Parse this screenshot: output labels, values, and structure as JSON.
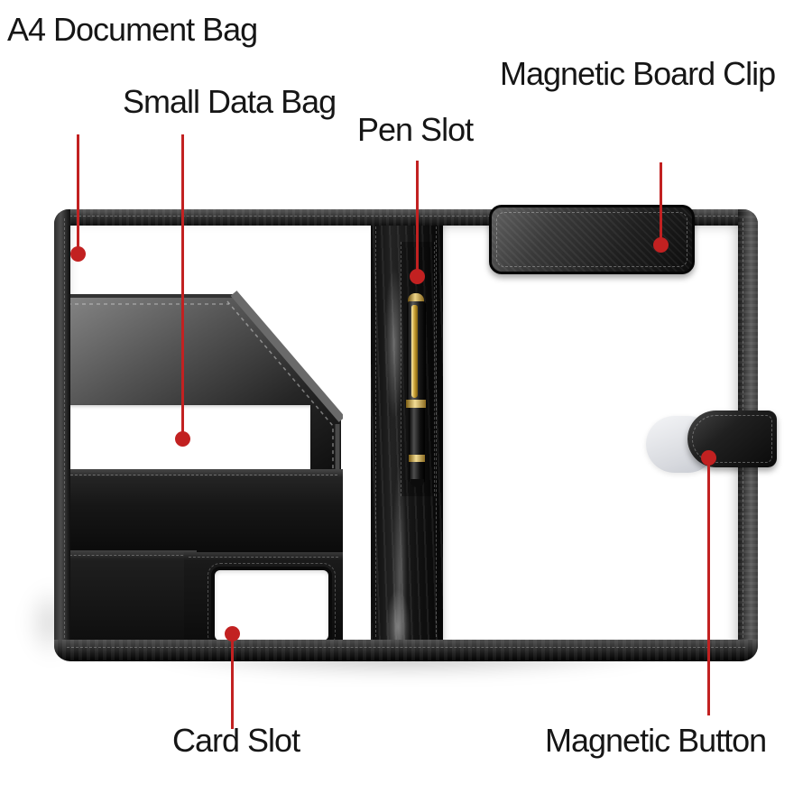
{
  "page": {
    "description": "Annotated product diagram of a black leather A4 document folder shown open",
    "background": "#ffffff"
  },
  "colors": {
    "annotation_red": "#c22121",
    "label_text": "#161616",
    "leather_black": "#141414",
    "pen_gold": "#c49a2e",
    "paper_white": "#ffffff"
  },
  "annotations": {
    "a4_document_bag": {
      "label": "A4 Document Bag"
    },
    "small_data_bag": {
      "label": "Small Data Bag"
    },
    "pen_slot": {
      "label": "Pen Slot"
    },
    "magnetic_board_clip": {
      "label": "Magnetic Board Clip"
    },
    "card_slot": {
      "label": "Card Slot"
    },
    "magnetic_button": {
      "label": "Magnetic Button"
    }
  }
}
